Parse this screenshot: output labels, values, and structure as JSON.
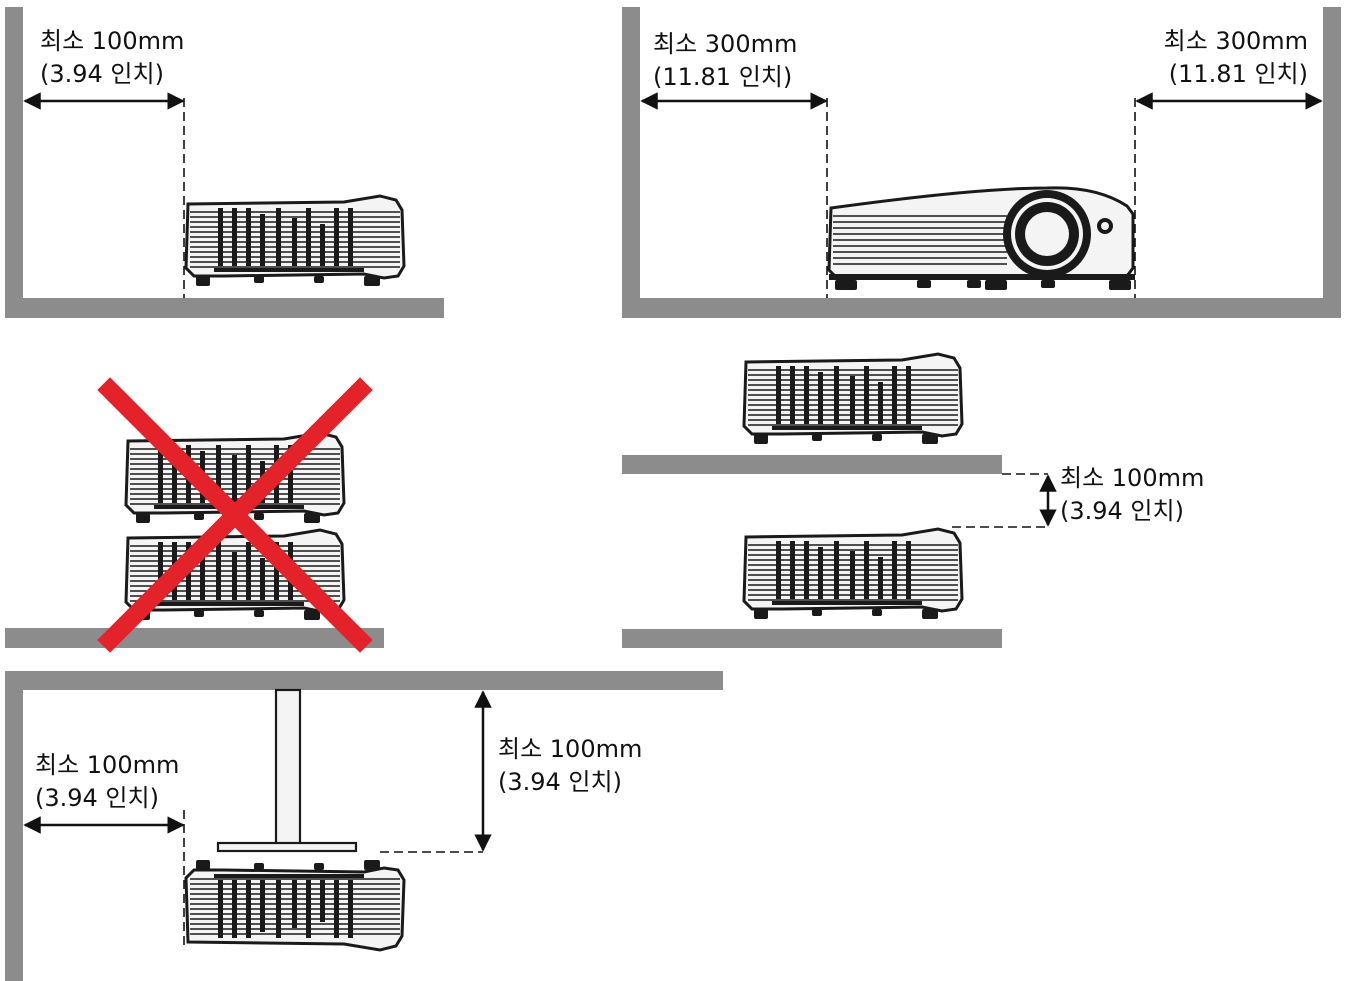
{
  "colors": {
    "wall": "#8c8c8c",
    "projector": "#1a1a1a",
    "projector_light": "#f4f4f4",
    "cross": "#e3222a",
    "dimension": "#111111"
  },
  "diagrams": {
    "side_clearance": {
      "line1": "최소 100mm",
      "line2": "(3.94 인치)"
    },
    "front_clearance_left": {
      "line1": "최소 300mm",
      "line2": "(11.81 인치)"
    },
    "front_clearance_right": {
      "line1": "최소 300mm",
      "line2": "(11.81 인치)"
    },
    "stacking_prohibited": {
      "mark": "red-x-icon"
    },
    "stacking_gap": {
      "line1": "최소 100mm",
      "line2": "(3.94 인치)"
    },
    "ceiling_wall": {
      "line1": "최소 100mm",
      "line2": "(3.94 인치)"
    },
    "ceiling_top": {
      "line1": "최소 100mm",
      "line2": "(3.94 인치)"
    }
  }
}
